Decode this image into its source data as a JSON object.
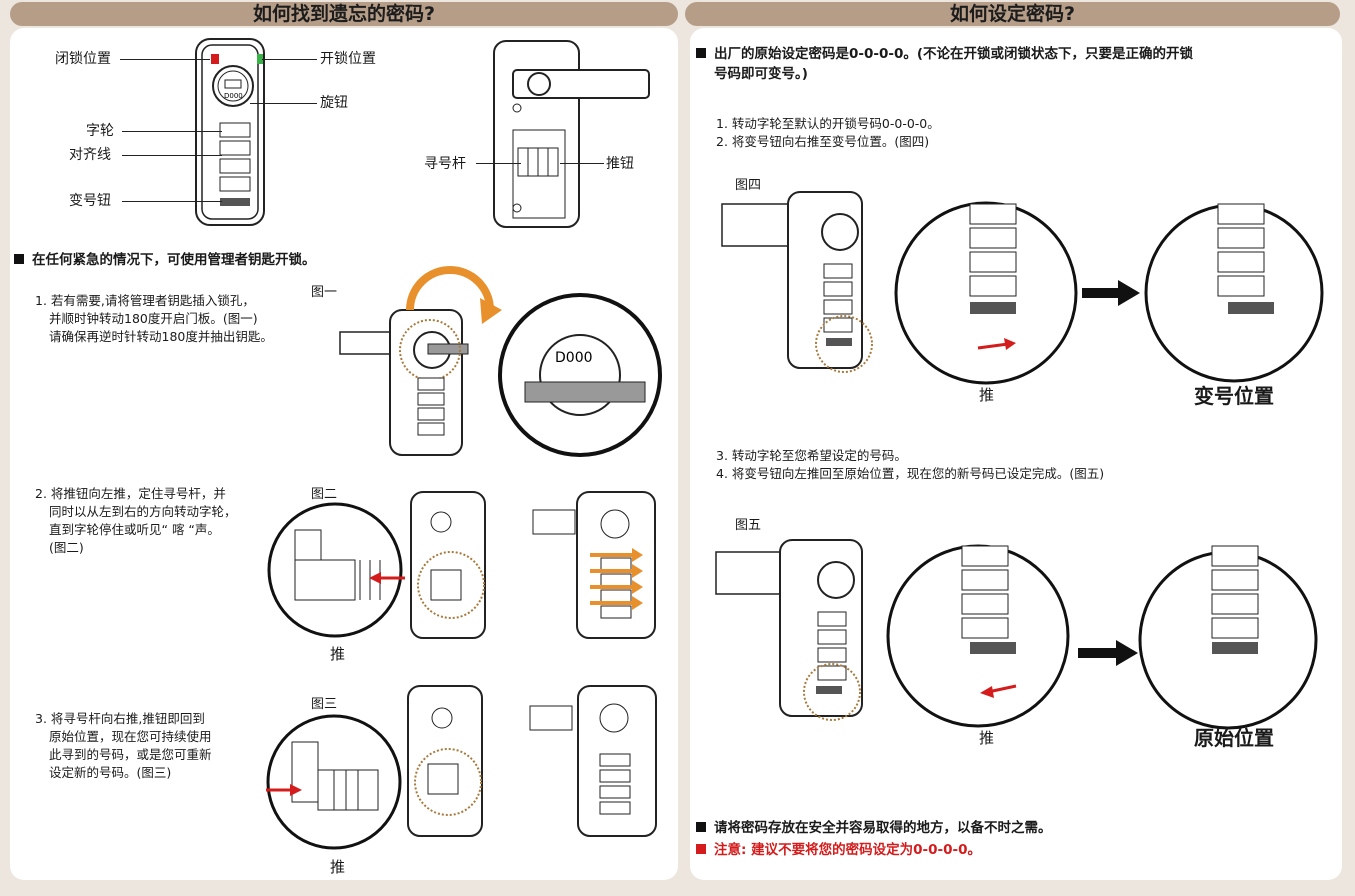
{
  "left": {
    "title": "如何找到遗忘的密码?",
    "diagram_labels": {
      "lock_pos": "闭锁位置",
      "unlock_pos": "开锁位置",
      "knob": "旋钮",
      "dial": "字轮",
      "align_line": "对齐线",
      "change_btn": "变号钮",
      "finder_rod": "寻号杆",
      "push_btn": "推钮",
      "key_code": "D000"
    },
    "emergency": "在任何紧急的情况下，可使用管理者钥匙开锁。",
    "step1": [
      "1. 若有需要,请将管理者钥匙插入锁孔，",
      "并顺时钟转动180度开启门板。(图一)",
      "请确保再逆时针转动180度并抽出钥匙。"
    ],
    "fig1": "图一",
    "step2": [
      "2. 将推钮向左推，定住寻号杆，并",
      "同时以从左到右的方向转动字轮，",
      "直到字轮停住或听见“ 喀 “声。",
      "(图二)"
    ],
    "fig2": "图二",
    "push2": "推",
    "step3": [
      "3. 将寻号杆向右推,推钮即回到",
      "原始位置，现在您可持续使用",
      "此寻到的号码，或是您可重新",
      "设定新的号码。(图三)"
    ],
    "fig3": "图三",
    "push3": "推"
  },
  "right": {
    "title": "如何设定密码?",
    "intro": [
      "出厂的原始设定密码是0-0-0-0。(不论在开锁或闭锁状态下，只要是正确的开锁",
      "号码即可变号。)"
    ],
    "steps_a": [
      "1. 转动字轮至默认的开锁号码0-0-0-0。",
      "2. 将变号钮向右推至变号位置。(图四)"
    ],
    "fig4": "图四",
    "push4": "推",
    "pos_change": "变号位置",
    "steps_b": [
      "3. 转动字轮至您希望设定的号码。",
      "4. 将变号钮向左推回至原始位置，现在您的新号码已设定完成。(图五)"
    ],
    "fig5": "图五",
    "push5": "推",
    "pos_original": "原始位置",
    "note1": "请将密码存放在安全并容易取得的地方，以备不时之需。",
    "note2": "注意: 建议不要将您的密码设定为0-0-0-0。",
    "colors": {
      "accent": "#b59d88",
      "warning": "#d41c1c",
      "orange": "#e8912c"
    }
  }
}
